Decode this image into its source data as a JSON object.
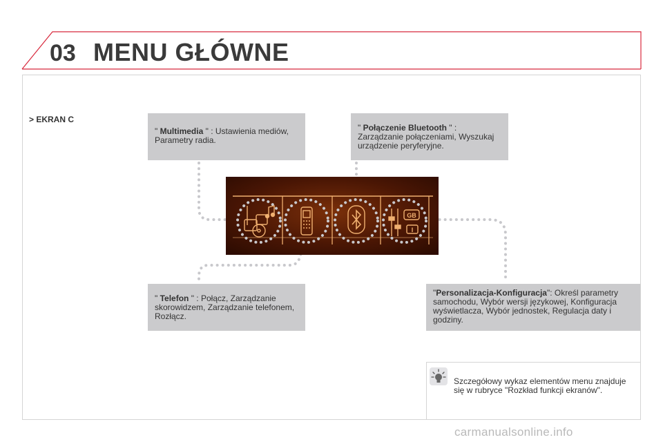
{
  "header": {
    "chapter_number": "03",
    "title": "MENU GŁÓWNE"
  },
  "screen_label": "> EKRAN C",
  "callouts": {
    "multimedia": {
      "label": "Multimedia",
      "open_quote": "\" ",
      "close": " \" : ",
      "description": "Ustawienia mediów, Parametry radia."
    },
    "bluetooth": {
      "label": "Połączenie Bluetooth",
      "open_quote": "\" ",
      "close": " \" : ",
      "description": "Zarządzanie połączeniami, Wyszukaj urządzenie peryferyjne."
    },
    "telefon": {
      "label": "Telefon",
      "open_quote": "\" ",
      "close": " \" : ",
      "description": "Połącz, Zarządzanie skorowidzem, Zarządzanie telefonem, Rozłącz."
    },
    "personalizacja": {
      "label": "Personalizacja-Konfiguracja",
      "open_quote": "\"",
      "close": "\": ",
      "description": "Określ parametry samochodu, Wybór wersji językowej, Konfiguracja wyświetlacza, Wybór jednostek, Regulacja daty i godziny."
    }
  },
  "note": {
    "text": "Szczegółowy wykaz elementów menu znajduje się w rubryce \"Rozkład funkcji ekranów\"."
  },
  "screen_icons": [
    {
      "name": "multimedia-icon"
    },
    {
      "name": "telephone-icon"
    },
    {
      "name": "bluetooth-icon"
    },
    {
      "name": "settings-icon",
      "badges": [
        "GB",
        "I"
      ]
    }
  ],
  "watermark": "carmanualsonline.info",
  "colors": {
    "header_red": "#d8283c",
    "callout_gray": "#cbcbcd",
    "screen_dark": "#3a1203",
    "screen_glow": "#f0b070",
    "dots": "#c8c8cc"
  }
}
